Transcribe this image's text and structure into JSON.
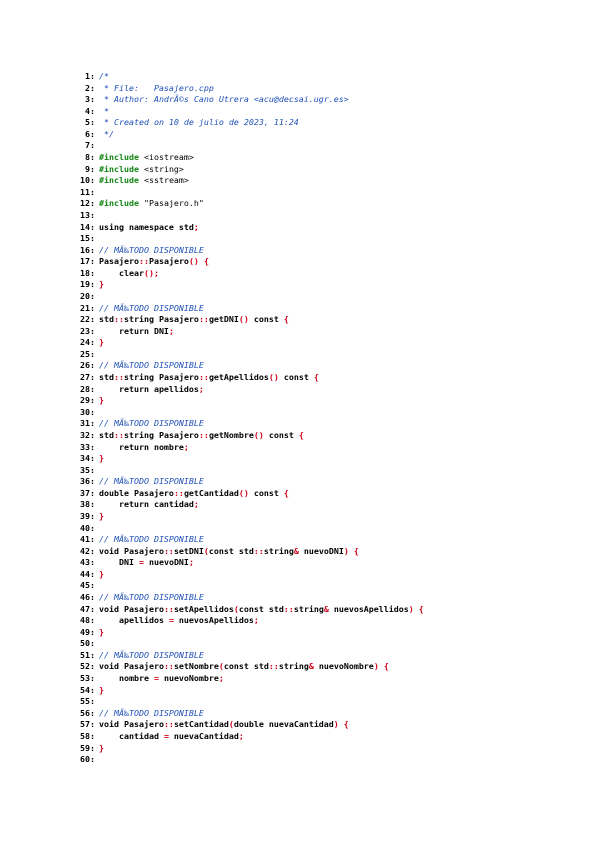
{
  "lines": [
    [
      {
        "t": "/*",
        "c": "comment"
      }
    ],
    [
      {
        "t": " * File:   Pasajero.cpp",
        "c": "comment"
      }
    ],
    [
      {
        "t": " * Author: AndrÃ©s Cano Utrera <acu@decsai.ugr.es>",
        "c": "comment"
      }
    ],
    [
      {
        "t": " *",
        "c": "comment"
      }
    ],
    [
      {
        "t": " * Created on 10 de julio de 2023, 11:24",
        "c": "comment"
      }
    ],
    [
      {
        "t": " */",
        "c": "comment"
      }
    ],
    [],
    [
      {
        "t": "#include",
        "c": "preproc"
      },
      {
        "t": " <iostream>",
        "c": "plain"
      }
    ],
    [
      {
        "t": "#include",
        "c": "preproc"
      },
      {
        "t": " <string>",
        "c": "plain"
      }
    ],
    [
      {
        "t": "#include",
        "c": "preproc"
      },
      {
        "t": " <sstream>",
        "c": "plain"
      }
    ],
    [],
    [
      {
        "t": "#include",
        "c": "preproc"
      },
      {
        "t": " \"Pasajero.h\"",
        "c": "plain"
      }
    ],
    [],
    [
      {
        "t": "using namespace std",
        "c": "bold"
      },
      {
        "t": ";",
        "c": "punc"
      }
    ],
    [],
    [
      {
        "t": "// MÃ‰TODO DISPONIBLE",
        "c": "comment"
      }
    ],
    [
      {
        "t": "Pasajero",
        "c": "bold"
      },
      {
        "t": "::",
        "c": "punc"
      },
      {
        "t": "Pasajero",
        "c": "bold"
      },
      {
        "t": "()",
        "c": "punc"
      },
      {
        "t": " ",
        "c": "plain"
      },
      {
        "t": "{",
        "c": "punc"
      }
    ],
    [
      {
        "t": "    clear",
        "c": "bold"
      },
      {
        "t": "();",
        "c": "punc"
      }
    ],
    [
      {
        "t": "}",
        "c": "punc"
      }
    ],
    [],
    [
      {
        "t": "// MÃ‰TODO DISPONIBLE",
        "c": "comment"
      }
    ],
    [
      {
        "t": "std",
        "c": "bold"
      },
      {
        "t": "::",
        "c": "punc"
      },
      {
        "t": "string Pasajero",
        "c": "bold"
      },
      {
        "t": "::",
        "c": "punc"
      },
      {
        "t": "getDNI",
        "c": "bold"
      },
      {
        "t": "()",
        "c": "punc"
      },
      {
        "t": " const ",
        "c": "bold"
      },
      {
        "t": "{",
        "c": "punc"
      }
    ],
    [
      {
        "t": "    return DNI",
        "c": "bold"
      },
      {
        "t": ";",
        "c": "punc"
      }
    ],
    [
      {
        "t": "}",
        "c": "punc"
      }
    ],
    [],
    [
      {
        "t": "// MÃ‰TODO DISPONIBLE",
        "c": "comment"
      }
    ],
    [
      {
        "t": "std",
        "c": "bold"
      },
      {
        "t": "::",
        "c": "punc"
      },
      {
        "t": "string Pasajero",
        "c": "bold"
      },
      {
        "t": "::",
        "c": "punc"
      },
      {
        "t": "getApellidos",
        "c": "bold"
      },
      {
        "t": "()",
        "c": "punc"
      },
      {
        "t": " const ",
        "c": "bold"
      },
      {
        "t": "{",
        "c": "punc"
      }
    ],
    [
      {
        "t": "    return apellidos",
        "c": "bold"
      },
      {
        "t": ";",
        "c": "punc"
      }
    ],
    [
      {
        "t": "}",
        "c": "punc"
      }
    ],
    [],
    [
      {
        "t": "// MÃ‰TODO DISPONIBLE",
        "c": "comment"
      }
    ],
    [
      {
        "t": "std",
        "c": "bold"
      },
      {
        "t": "::",
        "c": "punc"
      },
      {
        "t": "string Pasajero",
        "c": "bold"
      },
      {
        "t": "::",
        "c": "punc"
      },
      {
        "t": "getNombre",
        "c": "bold"
      },
      {
        "t": "()",
        "c": "punc"
      },
      {
        "t": " const ",
        "c": "bold"
      },
      {
        "t": "{",
        "c": "punc"
      }
    ],
    [
      {
        "t": "    return nombre",
        "c": "bold"
      },
      {
        "t": ";",
        "c": "punc"
      }
    ],
    [
      {
        "t": "}",
        "c": "punc"
      }
    ],
    [],
    [
      {
        "t": "// MÃ‰TODO DISPONIBLE",
        "c": "comment"
      }
    ],
    [
      {
        "t": "double Pasajero",
        "c": "bold"
      },
      {
        "t": "::",
        "c": "punc"
      },
      {
        "t": "getCantidad",
        "c": "bold"
      },
      {
        "t": "()",
        "c": "punc"
      },
      {
        "t": " const ",
        "c": "bold"
      },
      {
        "t": "{",
        "c": "punc"
      }
    ],
    [
      {
        "t": "    return cantidad",
        "c": "bold"
      },
      {
        "t": ";",
        "c": "punc"
      }
    ],
    [
      {
        "t": "}",
        "c": "punc"
      }
    ],
    [],
    [
      {
        "t": "// MÃ‰TODO DISPONIBLE",
        "c": "comment"
      }
    ],
    [
      {
        "t": "void Pasajero",
        "c": "bold"
      },
      {
        "t": "::",
        "c": "punc"
      },
      {
        "t": "setDNI",
        "c": "bold"
      },
      {
        "t": "(",
        "c": "punc"
      },
      {
        "t": "const std",
        "c": "bold"
      },
      {
        "t": "::",
        "c": "punc"
      },
      {
        "t": "string",
        "c": "bold"
      },
      {
        "t": "&",
        "c": "punc"
      },
      {
        "t": " nuevoDNI",
        "c": "bold"
      },
      {
        "t": ")",
        "c": "punc"
      },
      {
        "t": " ",
        "c": "plain"
      },
      {
        "t": "{",
        "c": "punc"
      }
    ],
    [
      {
        "t": "    DNI ",
        "c": "bold"
      },
      {
        "t": "=",
        "c": "punc"
      },
      {
        "t": " nuevoDNI",
        "c": "bold"
      },
      {
        "t": ";",
        "c": "punc"
      }
    ],
    [
      {
        "t": "}",
        "c": "punc"
      }
    ],
    [],
    [
      {
        "t": "// MÃ‰TODO DISPONIBLE",
        "c": "comment"
      }
    ],
    [
      {
        "t": "void Pasajero",
        "c": "bold"
      },
      {
        "t": "::",
        "c": "punc"
      },
      {
        "t": "setApellidos",
        "c": "bold"
      },
      {
        "t": "(",
        "c": "punc"
      },
      {
        "t": "const std",
        "c": "bold"
      },
      {
        "t": "::",
        "c": "punc"
      },
      {
        "t": "string",
        "c": "bold"
      },
      {
        "t": "&",
        "c": "punc"
      },
      {
        "t": " nuevosApellidos",
        "c": "bold"
      },
      {
        "t": ")",
        "c": "punc"
      },
      {
        "t": " ",
        "c": "plain"
      },
      {
        "t": "{",
        "c": "punc"
      }
    ],
    [
      {
        "t": "    apellidos ",
        "c": "bold"
      },
      {
        "t": "=",
        "c": "punc"
      },
      {
        "t": " nuevosApellidos",
        "c": "bold"
      },
      {
        "t": ";",
        "c": "punc"
      }
    ],
    [
      {
        "t": "}",
        "c": "punc"
      }
    ],
    [],
    [
      {
        "t": "// MÃ‰TODO DISPONIBLE",
        "c": "comment"
      }
    ],
    [
      {
        "t": "void Pasajero",
        "c": "bold"
      },
      {
        "t": "::",
        "c": "punc"
      },
      {
        "t": "setNombre",
        "c": "bold"
      },
      {
        "t": "(",
        "c": "punc"
      },
      {
        "t": "const std",
        "c": "bold"
      },
      {
        "t": "::",
        "c": "punc"
      },
      {
        "t": "string",
        "c": "bold"
      },
      {
        "t": "&",
        "c": "punc"
      },
      {
        "t": " nuevoNombre",
        "c": "bold"
      },
      {
        "t": ")",
        "c": "punc"
      },
      {
        "t": " ",
        "c": "plain"
      },
      {
        "t": "{",
        "c": "punc"
      }
    ],
    [
      {
        "t": "    nombre ",
        "c": "bold"
      },
      {
        "t": "=",
        "c": "punc"
      },
      {
        "t": " nuevoNombre",
        "c": "bold"
      },
      {
        "t": ";",
        "c": "punc"
      }
    ],
    [
      {
        "t": "}",
        "c": "punc"
      }
    ],
    [],
    [
      {
        "t": "// MÃ‰TODO DISPONIBLE",
        "c": "comment"
      }
    ],
    [
      {
        "t": "void Pasajero",
        "c": "bold"
      },
      {
        "t": "::",
        "c": "punc"
      },
      {
        "t": "setCantidad",
        "c": "bold"
      },
      {
        "t": "(",
        "c": "punc"
      },
      {
        "t": "double nuevaCantidad",
        "c": "bold"
      },
      {
        "t": ")",
        "c": "punc"
      },
      {
        "t": " ",
        "c": "plain"
      },
      {
        "t": "{",
        "c": "punc"
      }
    ],
    [
      {
        "t": "    cantidad ",
        "c": "bold"
      },
      {
        "t": "=",
        "c": "punc"
      },
      {
        "t": " nuevaCantidad",
        "c": "bold"
      },
      {
        "t": ";",
        "c": "punc"
      }
    ],
    [
      {
        "t": "}",
        "c": "punc"
      }
    ],
    []
  ]
}
